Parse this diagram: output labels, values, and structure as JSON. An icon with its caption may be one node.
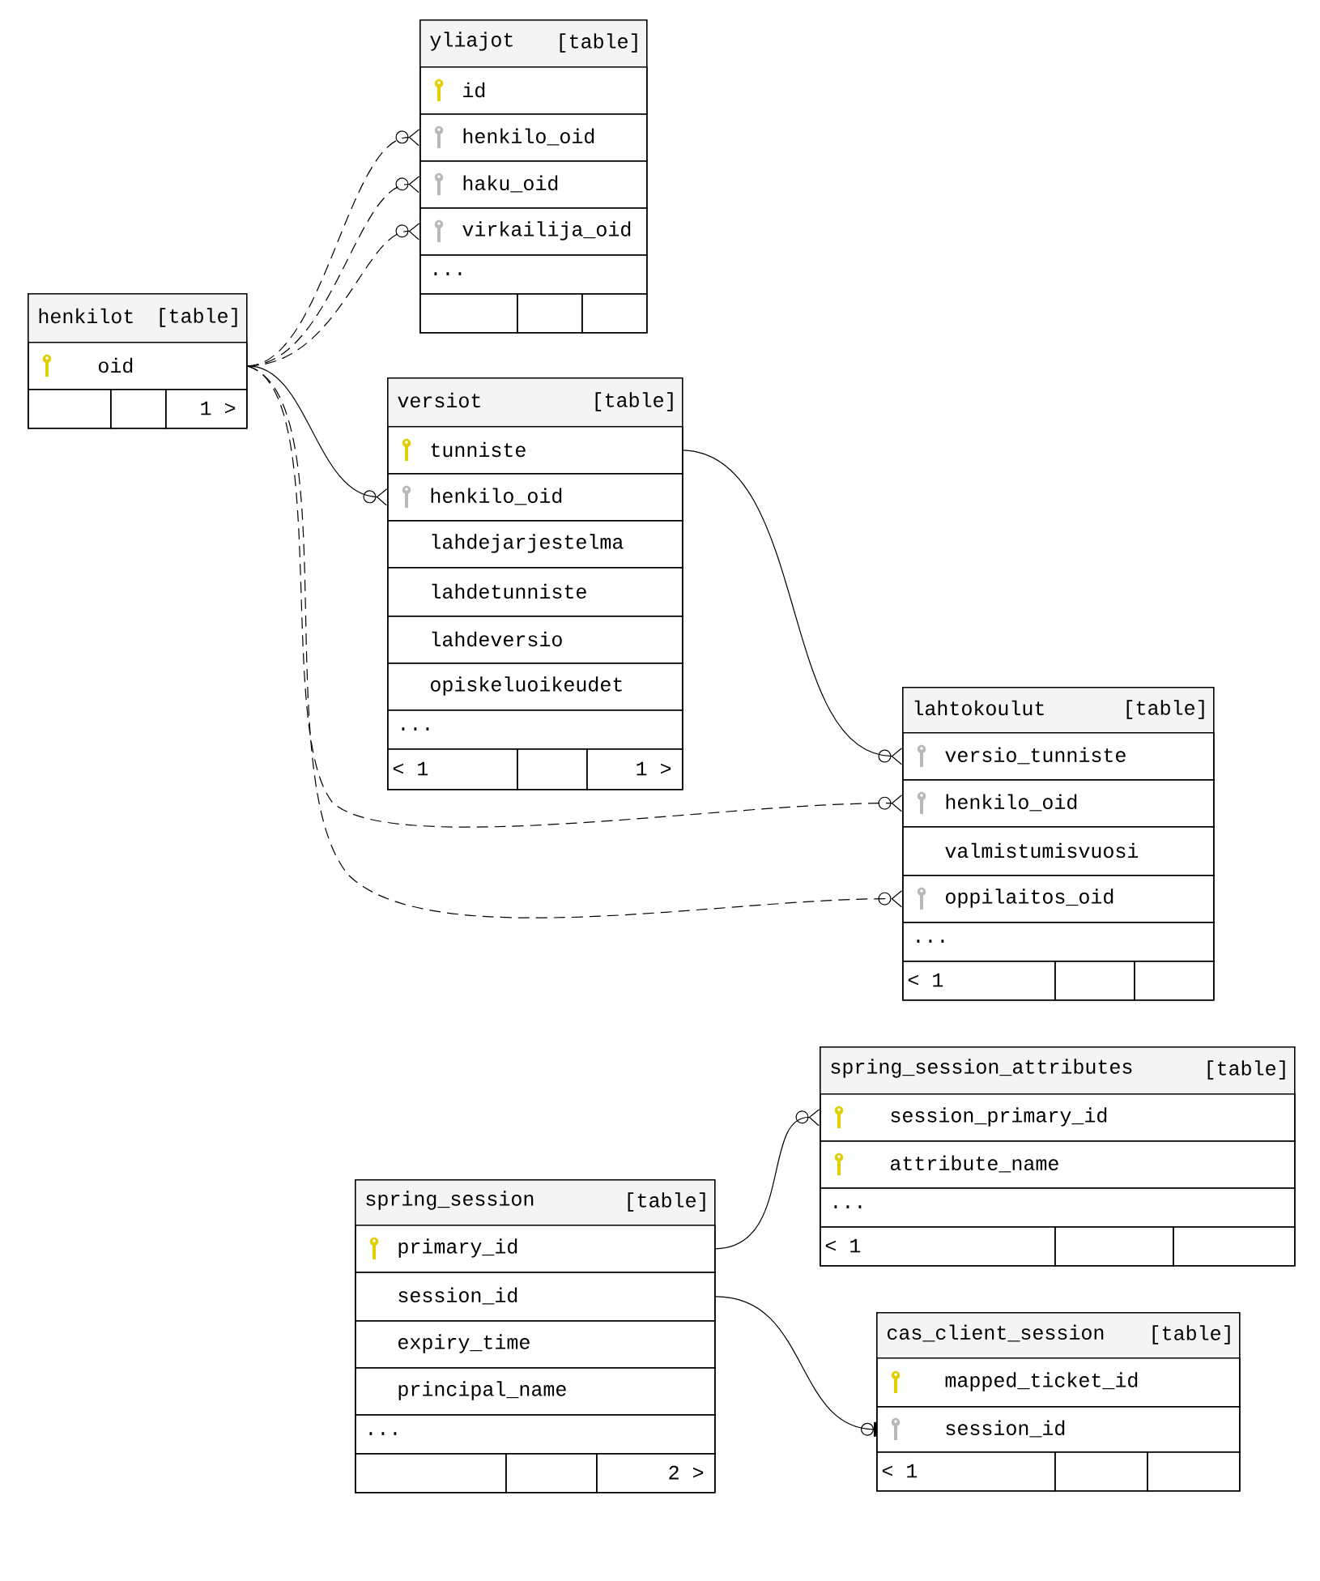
{
  "diagram": {
    "nodes": [
      {
        "text": [
          "yliajot",
          "[table]"
        ]
      },
      {
        "text": [
          "id"
        ],
        "in": 0
      },
      {
        "text": [
          "henkilo_oid"
        ],
        "in": 0
      },
      {
        "text": [
          "haku_oid"
        ],
        "in": 0
      },
      {
        "text": [
          "virkailija_oid"
        ],
        "in": 0
      },
      {
        "text": [
          "..."
        ],
        "in": 0
      },
      {
        "text": [],
        "shape": "box",
        "in": 0
      },
      {
        "text": [],
        "shape": "box",
        "in": 0
      },
      {
        "text": [],
        "shape": "box",
        "in": 0
      },
      {
        "text": [
          "henkilot",
          "[table]"
        ]
      },
      {
        "text": [
          "oid"
        ],
        "in": 9
      },
      {
        "text": [],
        "shape": "box",
        "in": 9
      },
      {
        "text": [],
        "shape": "box",
        "in": 9
      },
      {
        "text": [
          "1 >"
        ],
        "in": 9
      },
      {
        "text": [
          "versiot",
          "[table]"
        ]
      },
      {
        "text": [
          "tunniste"
        ],
        "in": 14
      },
      {
        "text": [
          "henkilo_oid"
        ],
        "in": 14
      },
      {
        "text": [
          "lahdejarjestelma"
        ],
        "in": 14
      },
      {
        "text": [
          "lahdetunniste"
        ],
        "in": 14
      },
      {
        "text": [
          "lahdeversio"
        ],
        "in": 14
      },
      {
        "text": [
          "opiskeluoikeudet"
        ],
        "in": 14
      },
      {
        "text": [
          "..."
        ],
        "in": 14
      },
      {
        "text": [
          "< 1"
        ],
        "in": 14
      },
      {
        "text": [],
        "shape": "box",
        "in": 14
      },
      {
        "text": [
          "1 >"
        ],
        "in": 14
      },
      {
        "text": [
          "lahtokoulut",
          "[table]"
        ]
      },
      {
        "text": [
          "versio_tunniste"
        ],
        "in": 25
      },
      {
        "text": [
          "henkilo_oid"
        ],
        "in": 25
      },
      {
        "text": [
          "valmistumisvuosi"
        ],
        "in": 25
      },
      {
        "text": [
          "oppilaitos_oid"
        ],
        "in": 25
      },
      {
        "text": [
          "..."
        ],
        "in": 25
      },
      {
        "text": [
          "< 1"
        ],
        "in": 25
      },
      {
        "text": [],
        "shape": "box",
        "in": 25
      },
      {
        "text": [],
        "shape": "box",
        "in": 25
      },
      {
        "text": [
          "spring_session_attributes",
          "[table]"
        ]
      },
      {
        "text": [
          "session_primary_id"
        ],
        "in": 34
      },
      {
        "text": [
          "attribute_name"
        ],
        "in": 34
      },
      {
        "text": [
          "..."
        ],
        "in": 34
      },
      {
        "text": [
          "< 1"
        ],
        "in": 34
      },
      {
        "text": [],
        "shape": "box",
        "in": 34
      },
      {
        "text": [],
        "shape": "box",
        "in": 34
      },
      {
        "text": [
          "spring_session",
          "[table]"
        ]
      },
      {
        "text": [
          "primary_id"
        ],
        "in": 41
      },
      {
        "text": [
          "session_id"
        ],
        "in": 41
      },
      {
        "text": [
          "expiry_time"
        ],
        "in": 41
      },
      {
        "text": [
          "principal_name"
        ],
        "in": 41
      },
      {
        "text": [
          "..."
        ],
        "in": 41
      },
      {
        "text": [],
        "shape": "box",
        "in": 41
      },
      {
        "text": [],
        "shape": "box",
        "in": 41
      },
      {
        "text": [
          "2 >"
        ],
        "in": 41
      },
      {
        "text": [
          "cas_client_session",
          "[table]"
        ]
      },
      {
        "text": [
          "mapped_ticket_id"
        ],
        "in": 50
      },
      {
        "text": [
          "session_id"
        ],
        "in": 50
      },
      {
        "text": [
          "< 1"
        ],
        "in": 50
      },
      {
        "text": [],
        "shape": "box",
        "in": 50
      },
      {
        "text": [],
        "shape": "box",
        "in": 50
      }
    ],
    "edges": [
      {
        "from": 10,
        "to": 2,
        "arrow": "other",
        "style": "dashed"
      },
      {
        "from": 10,
        "to": 3,
        "arrow": "other",
        "style": "dashed"
      },
      {
        "from": 10,
        "to": 4,
        "arrow": "other",
        "style": "dashed"
      },
      {
        "from": 10,
        "to": 16,
        "arrow": "other"
      },
      {
        "from": 10,
        "to": 27,
        "arrow": "other",
        "style": "dashed"
      },
      {
        "from": 10,
        "to": 29,
        "arrow": "other",
        "style": "dashed"
      },
      {
        "from": 15,
        "to": 26,
        "arrow": "other"
      },
      {
        "from": 42,
        "to": 35,
        "arrow": "other"
      },
      {
        "from": 43,
        "to": 52,
        "arrow": "other"
      }
    ]
  }
}
